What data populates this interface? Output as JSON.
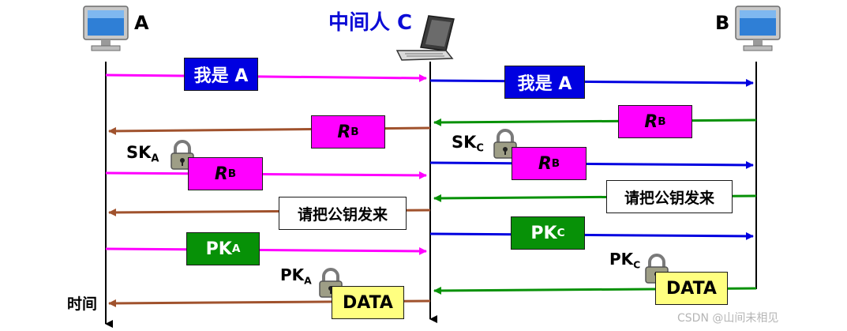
{
  "parties": {
    "a_label": "A",
    "b_label": "B",
    "c_label": "中间人 C"
  },
  "time_label": "时间",
  "messages": {
    "m1_left": "我是 A",
    "m1_right": "我是 A",
    "m2_right_r": "R",
    "m2_right_sub": "B",
    "m2_left_r": "R",
    "m2_left_sub": "B",
    "m3_left_r": "R",
    "m3_left_sub": "B",
    "m3_right_r": "R",
    "m3_right_sub": "B",
    "m4_right": "请把公钥发来",
    "m4_left": "请把公钥发来",
    "m5_right_pk": "PK",
    "m5_right_sub": "C",
    "m5_left_pk": "PK",
    "m5_left_sub": "A",
    "m6_right": "DATA",
    "m6_left": "DATA"
  },
  "keys": {
    "sk_a": "SK",
    "sk_a_sub": "A",
    "sk_c": "SK",
    "sk_c_sub": "C",
    "pk_c": "PK",
    "pk_c_sub": "C",
    "pk_a": "PK",
    "pk_a_sub": "A"
  },
  "watermark": "CSDN @山间未相见",
  "colors": {
    "magenta": "#ff00ff",
    "blue": "#0000e0",
    "brown": "#a0522d",
    "green": "#079107",
    "label_blue": "#0b0bd6"
  },
  "icons": {
    "host_a": "computer-monitor-icon",
    "host_b": "computer-monitor-icon",
    "host_c": "laptop-icon",
    "lock": "padlock-icon"
  }
}
